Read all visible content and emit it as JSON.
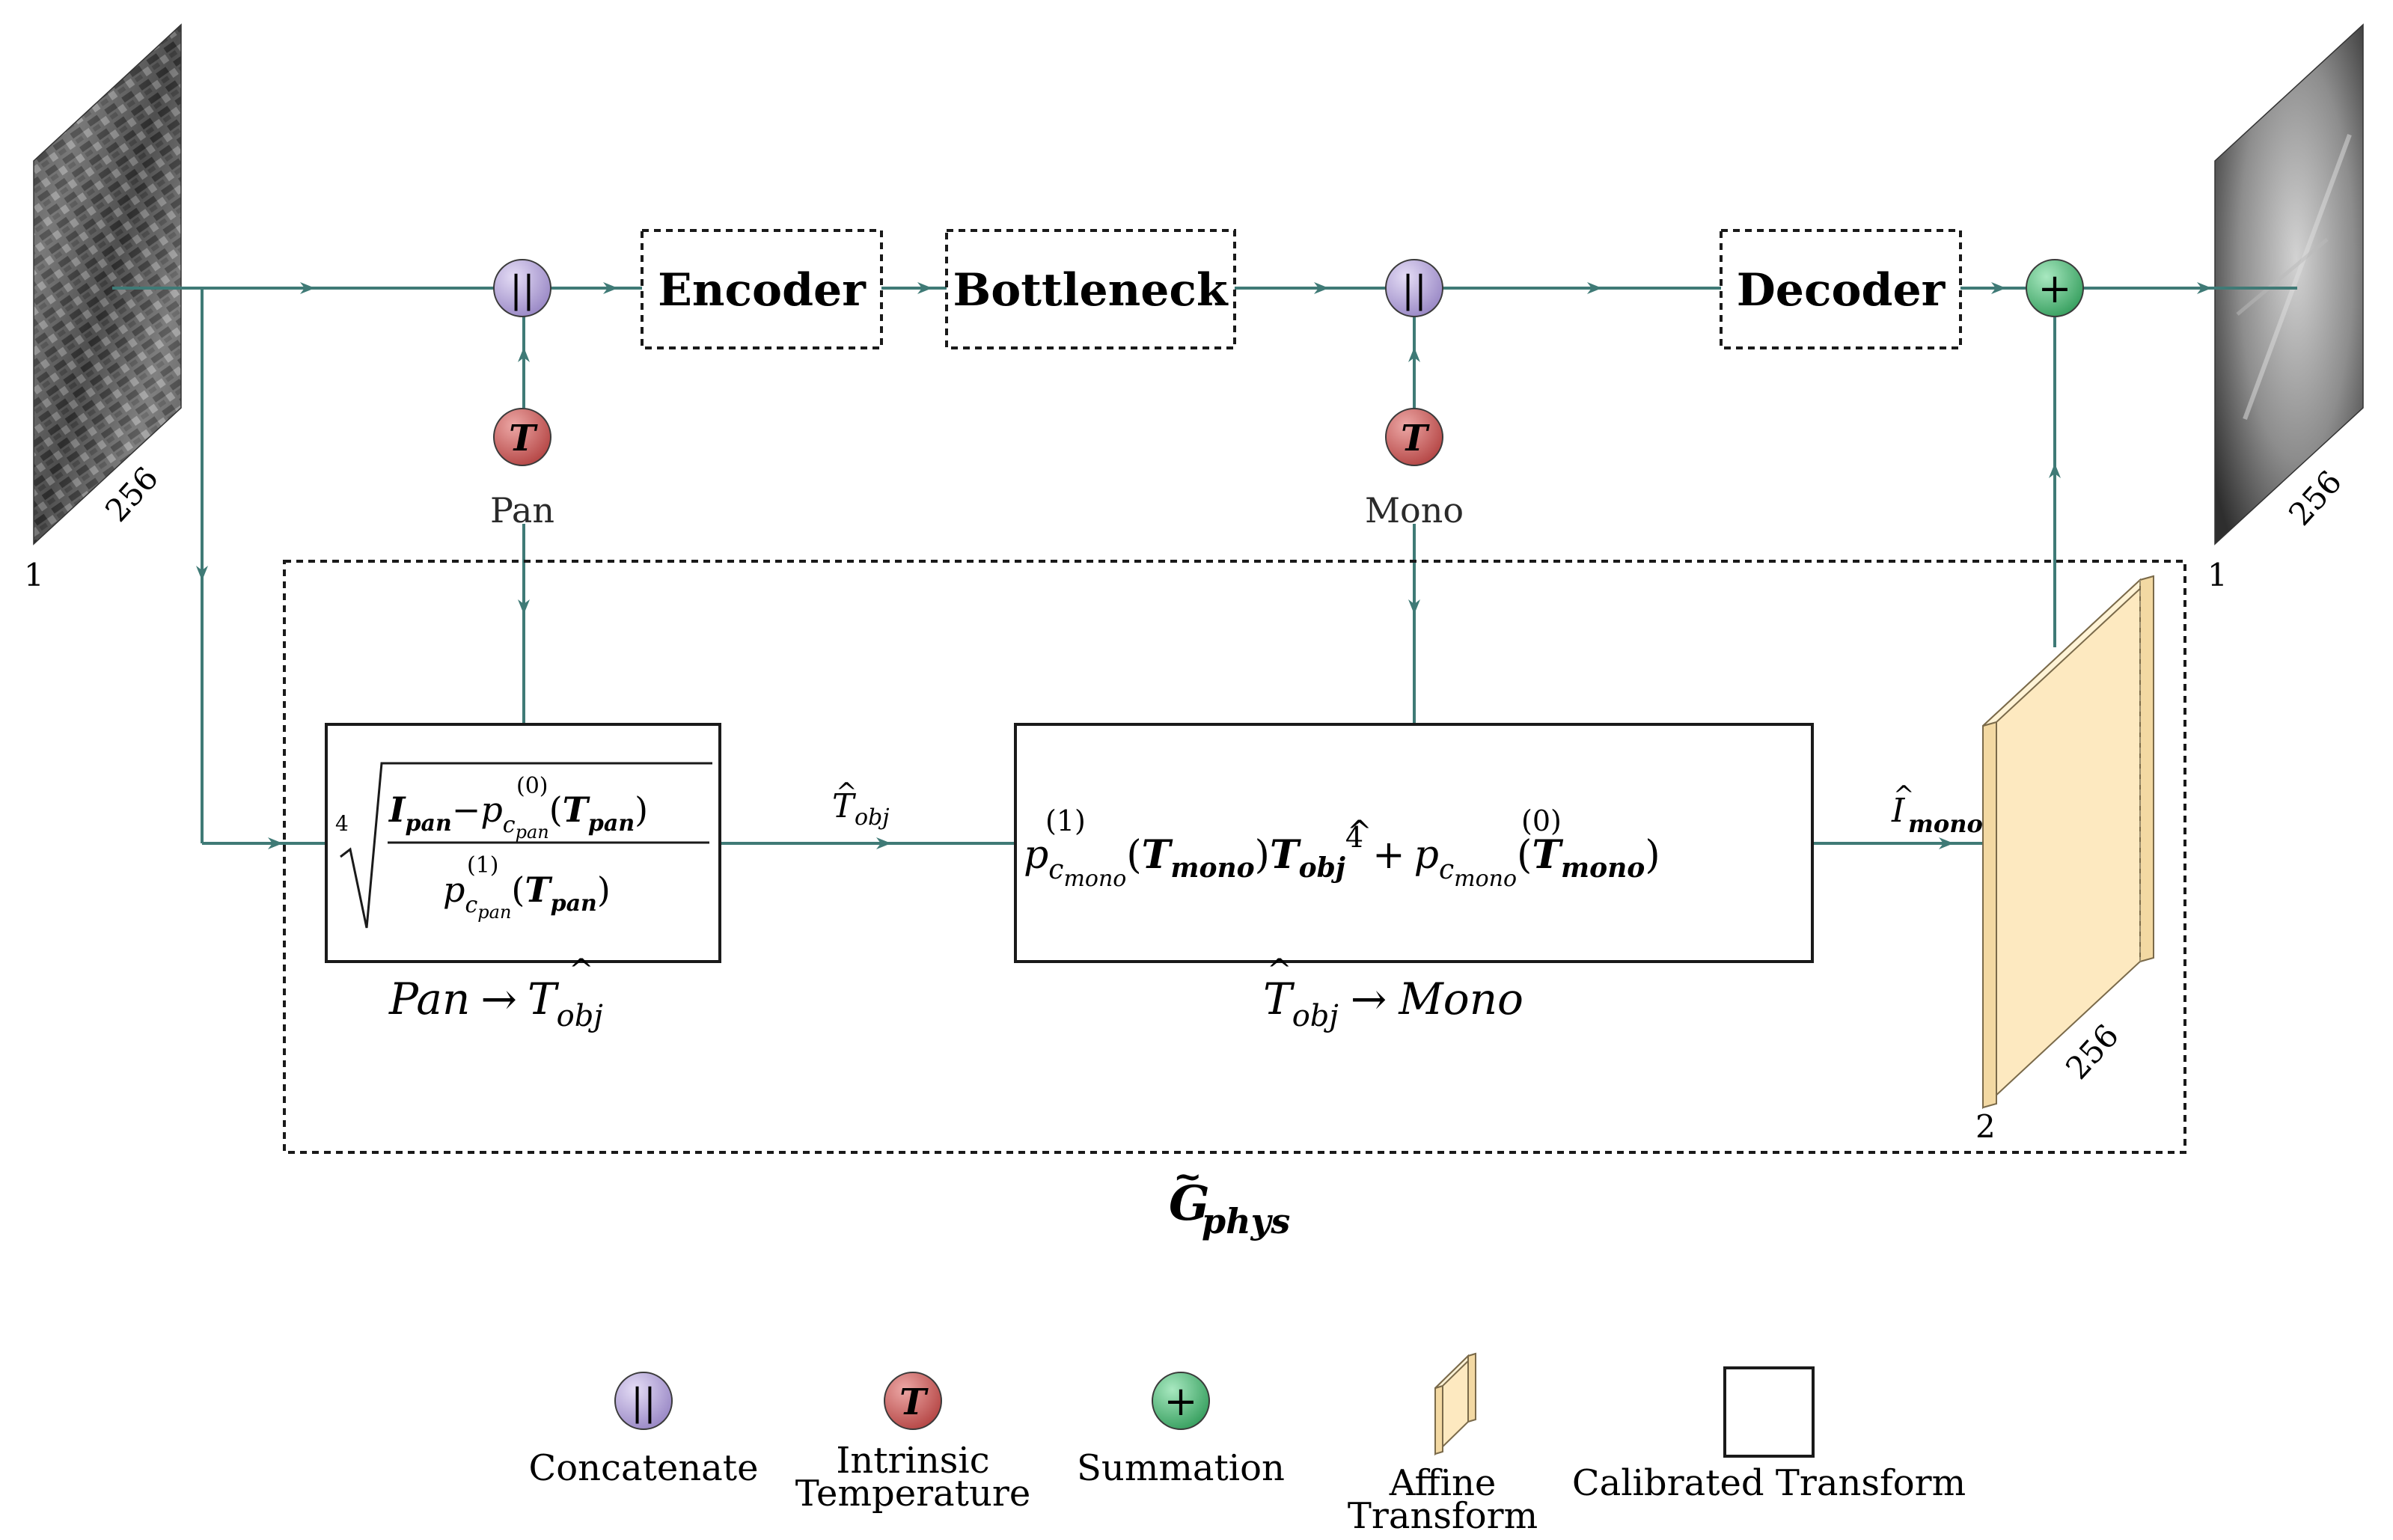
{
  "input_image": {
    "dim_depth": "1",
    "dim_side": "256"
  },
  "output_image": {
    "dim_depth": "1",
    "dim_side": "256"
  },
  "blocks": {
    "encoder": "Encoder",
    "bottleneck": "Bottleneck",
    "decoder": "Decoder"
  },
  "temps": {
    "symbol": "T",
    "pan_label": "Pan",
    "mono_label": "Mono"
  },
  "ops": {
    "concat": "||",
    "sum": "+"
  },
  "pan_transform": {
    "root_index": "4",
    "numer_I": "I",
    "numer_I_sub": "pan",
    "minus": "−",
    "p": "p",
    "sup0": "(0)",
    "sup1": "(1)",
    "c": "c",
    "c_sub": "pan",
    "lp": "(",
    "rp": ")",
    "T": "T",
    "T_sub": "pan",
    "caption_left": "Pan",
    "arrow": "→",
    "caption_T": "T",
    "caption_sub": "obj"
  },
  "edge_t_obj": {
    "T": "T",
    "sub": "obj",
    "hat": "^"
  },
  "mono_transform": {
    "p": "p",
    "sup1": "(1)",
    "sup0": "(0)",
    "c": "c",
    "c_sub": "mono",
    "lp": "(",
    "rp": ")",
    "T": "T",
    "T_sub": "mono",
    "That": "T",
    "That_sub": "obj",
    "pow": "4",
    "plus": "+",
    "hat": "^",
    "caption_T": "T",
    "caption_sub": "obj",
    "arrow": "→",
    "caption_right": "Mono"
  },
  "edge_i_mono": {
    "I": "I",
    "sub": "mono",
    "hat": "^"
  },
  "affine": {
    "dim_depth": "2",
    "dim_side": "256"
  },
  "group_label": {
    "G": "G",
    "tilde": "~",
    "sub": "phys"
  },
  "legend": {
    "concat": "Concatenate",
    "temp_line1": "Intrinsic",
    "temp_line2": "Temperature",
    "sum": "Summation",
    "affine_line1": "Affine",
    "affine_line2": "Transform",
    "calibrated": "Calibrated Transform"
  },
  "colors": {
    "line": "#3f7a76",
    "concat": "#a99bd0",
    "temp": "#c0504f",
    "sum": "#3fae6a",
    "affine": "#fde9c0"
  }
}
